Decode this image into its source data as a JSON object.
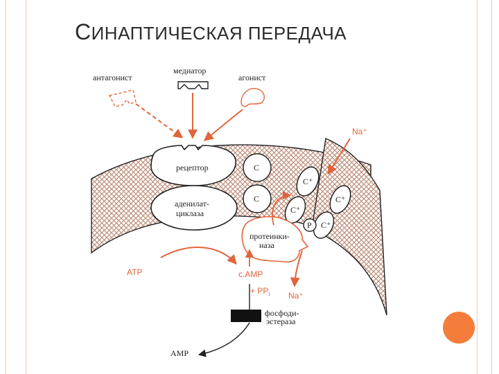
{
  "slide": {
    "title_first": "С",
    "title_rest": "ИНАПТИЧЕСКАЯ ПЕРЕДАЧА"
  },
  "diagram": {
    "labels": {
      "antagonist": "антагонист",
      "mediator": "медиатор",
      "agonist": "агонист",
      "na_in": "Na⁺",
      "receptor": "рецептор",
      "c1": "C",
      "c2": "C",
      "adenylate_1": "аденилат-",
      "adenylate_2": "циклаза",
      "ci1": "C⁺",
      "ci2": "C⁺",
      "ci3": "C⁺",
      "ci4": "C⁺",
      "p": "P",
      "kinase_1": "протеинки-",
      "kinase_2": "наза",
      "atp": "ATP",
      "camp": "c.AMP",
      "pp": "+ PP",
      "pp_sub": "i",
      "na_out": "Na⁺",
      "pde_1": "фосфоди-",
      "pde_2": "эстераза",
      "amp": "AMP"
    },
    "colors": {
      "accent": "#e1643a",
      "membrane": "#b8846e",
      "outline": "#222222"
    }
  }
}
